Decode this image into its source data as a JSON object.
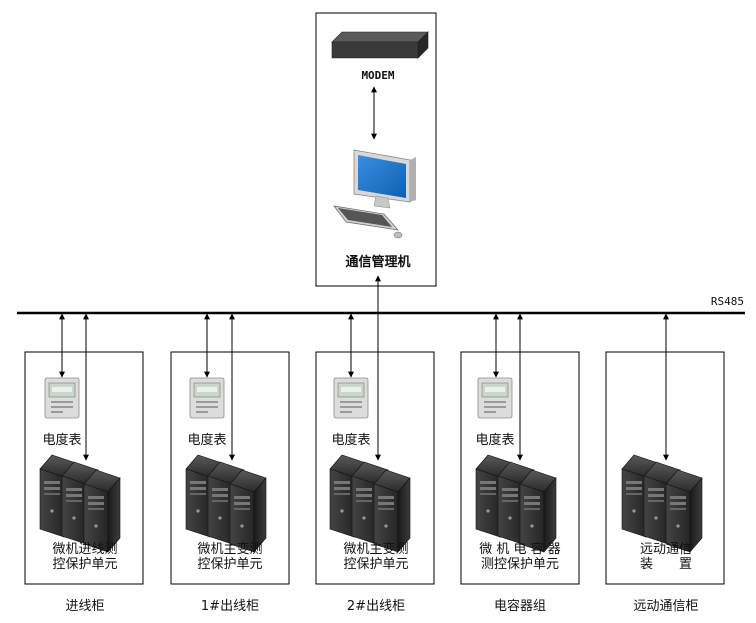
{
  "top": {
    "modem_label": "MODEM",
    "manager_label": "通信管理机"
  },
  "bus": {
    "label": "RS485"
  },
  "cabinets": [
    {
      "meter_label": "电度表",
      "unit_line1": "微机进线测",
      "unit_line2": "控保护单元",
      "name": "进线柜"
    },
    {
      "meter_label": "电度表",
      "unit_line1": "微机主变测",
      "unit_line2": "控保护单元",
      "name": "1#出线柜"
    },
    {
      "meter_label": "电度表",
      "unit_line1": "微机主变测",
      "unit_line2": "控保护单元",
      "name": "2#出线柜"
    },
    {
      "meter_label": "电度表",
      "unit_line1": "微 机 电 容 器",
      "unit_line2": "测控保护单元",
      "name": "电容器组"
    },
    {
      "meter_label": "",
      "unit_line1": "远动通信",
      "unit_line2": "装　　置",
      "name": "远动通信柜"
    }
  ],
  "icons": {
    "modem": "modem-icon",
    "computer": "computer-icon",
    "meter": "energy-meter-icon",
    "server": "server-tower-icon"
  }
}
